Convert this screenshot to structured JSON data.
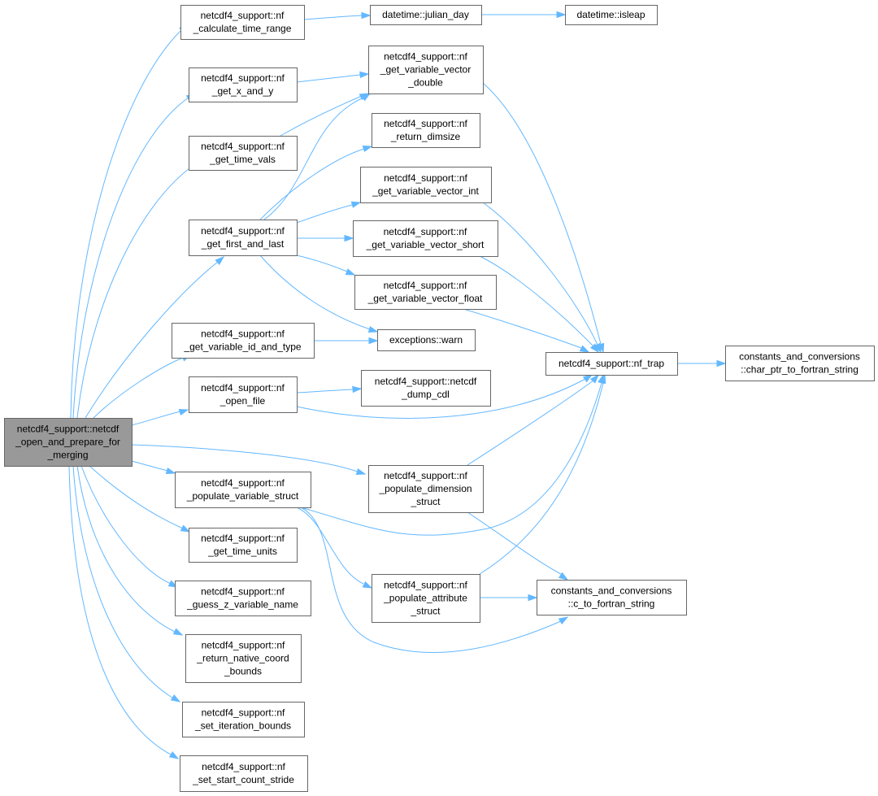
{
  "diagram": {
    "nodes": [
      {
        "id": "root",
        "lines": [
          "netcdf4_support::netcdf",
          "_open_and_prepare_for",
          "_merging"
        ],
        "root": true
      },
      {
        "id": "calc_time_range",
        "lines": [
          "netcdf4_support::nf",
          "_calculate_time_range"
        ]
      },
      {
        "id": "julian_day",
        "lines": [
          "datetime::julian_day"
        ]
      },
      {
        "id": "isleap",
        "lines": [
          "datetime::isleap"
        ]
      },
      {
        "id": "get_x_and_y",
        "lines": [
          "netcdf4_support::nf",
          "_get_x_and_y"
        ]
      },
      {
        "id": "get_var_vec_double",
        "lines": [
          "netcdf4_support::nf",
          "_get_variable_vector",
          "_double"
        ]
      },
      {
        "id": "get_time_vals",
        "lines": [
          "netcdf4_support::nf",
          "_get_time_vals"
        ]
      },
      {
        "id": "return_dimsize",
        "lines": [
          "netcdf4_support::nf",
          "_return_dimsize"
        ]
      },
      {
        "id": "get_first_and_last",
        "lines": [
          "netcdf4_support::nf",
          "_get_first_and_last"
        ]
      },
      {
        "id": "get_var_vec_int",
        "lines": [
          "netcdf4_support::nf",
          "_get_variable_vector_int"
        ]
      },
      {
        "id": "get_var_vec_short",
        "lines": [
          "netcdf4_support::nf",
          "_get_variable_vector_short"
        ]
      },
      {
        "id": "get_var_vec_float",
        "lines": [
          "netcdf4_support::nf",
          "_get_variable_vector_float"
        ]
      },
      {
        "id": "get_var_id_and_type",
        "lines": [
          "netcdf4_support::nf",
          "_get_variable_id_and_type"
        ]
      },
      {
        "id": "warn",
        "lines": [
          "exceptions::warn"
        ]
      },
      {
        "id": "nf_trap",
        "lines": [
          "netcdf4_support::nf_trap"
        ]
      },
      {
        "id": "char_ptr",
        "lines": [
          "constants_and_conversions",
          "::char_ptr_to_fortran_string"
        ]
      },
      {
        "id": "open_file",
        "lines": [
          "netcdf4_support::nf",
          "_open_file"
        ]
      },
      {
        "id": "dump_cdl",
        "lines": [
          "netcdf4_support::netcdf",
          "_dump_cdl"
        ]
      },
      {
        "id": "populate_var_struct",
        "lines": [
          "netcdf4_support::nf",
          "_populate_variable_struct"
        ]
      },
      {
        "id": "populate_dim_struct",
        "lines": [
          "netcdf4_support::nf",
          "_populate_dimension",
          "_struct"
        ]
      },
      {
        "id": "get_time_units",
        "lines": [
          "netcdf4_support::nf",
          "_get_time_units"
        ]
      },
      {
        "id": "guess_z",
        "lines": [
          "netcdf4_support::nf",
          "_guess_z_variable_name"
        ]
      },
      {
        "id": "populate_attr_struct",
        "lines": [
          "netcdf4_support::nf",
          "_populate_attribute",
          "_struct"
        ]
      },
      {
        "id": "c_to_fortran",
        "lines": [
          "constants_and_conversions",
          "::c_to_fortran_string"
        ]
      },
      {
        "id": "return_native",
        "lines": [
          "netcdf4_support::nf",
          "_return_native_coord",
          "_bounds"
        ]
      },
      {
        "id": "set_iter_bounds",
        "lines": [
          "netcdf4_support::nf",
          "_set_iteration_bounds"
        ]
      },
      {
        "id": "set_start_count",
        "lines": [
          "netcdf4_support::nf",
          "_set_start_count_stride"
        ]
      }
    ],
    "edges": [
      {
        "from": "root",
        "to": "calc_time_range"
      },
      {
        "from": "root",
        "to": "get_x_and_y"
      },
      {
        "from": "root",
        "to": "get_time_vals"
      },
      {
        "from": "root",
        "to": "get_first_and_last"
      },
      {
        "from": "root",
        "to": "get_var_id_and_type"
      },
      {
        "from": "root",
        "to": "open_file"
      },
      {
        "from": "root",
        "to": "populate_dim_struct"
      },
      {
        "from": "root",
        "to": "populate_var_struct"
      },
      {
        "from": "root",
        "to": "get_time_units"
      },
      {
        "from": "root",
        "to": "guess_z"
      },
      {
        "from": "root",
        "to": "return_native"
      },
      {
        "from": "root",
        "to": "set_iter_bounds"
      },
      {
        "from": "root",
        "to": "set_start_count"
      },
      {
        "from": "calc_time_range",
        "to": "julian_day"
      },
      {
        "from": "julian_day",
        "to": "isleap"
      },
      {
        "from": "get_x_and_y",
        "to": "get_var_vec_double"
      },
      {
        "from": "get_time_vals",
        "to": "get_var_vec_double"
      },
      {
        "from": "get_first_and_last",
        "to": "get_var_vec_double"
      },
      {
        "from": "get_first_and_last",
        "to": "return_dimsize"
      },
      {
        "from": "get_first_and_last",
        "to": "get_var_vec_int"
      },
      {
        "from": "get_first_and_last",
        "to": "get_var_vec_short"
      },
      {
        "from": "get_first_and_last",
        "to": "get_var_vec_float"
      },
      {
        "from": "get_first_and_last",
        "to": "warn"
      },
      {
        "from": "get_var_id_and_type",
        "to": "warn"
      },
      {
        "from": "get_var_vec_double",
        "to": "nf_trap"
      },
      {
        "from": "get_var_vec_int",
        "to": "nf_trap"
      },
      {
        "from": "get_var_vec_short",
        "to": "nf_trap"
      },
      {
        "from": "get_var_vec_float",
        "to": "nf_trap"
      },
      {
        "from": "nf_trap",
        "to": "char_ptr"
      },
      {
        "from": "open_file",
        "to": "dump_cdl"
      },
      {
        "from": "open_file",
        "to": "nf_trap"
      },
      {
        "from": "populate_dim_struct",
        "to": "nf_trap"
      },
      {
        "from": "populate_dim_struct",
        "to": "c_to_fortran"
      },
      {
        "from": "populate_var_struct",
        "to": "nf_trap"
      },
      {
        "from": "populate_var_struct",
        "to": "populate_attr_struct"
      },
      {
        "from": "populate_var_struct",
        "to": "c_to_fortran"
      },
      {
        "from": "populate_attr_struct",
        "to": "nf_trap"
      },
      {
        "from": "populate_attr_struct",
        "to": "c_to_fortran"
      }
    ]
  }
}
